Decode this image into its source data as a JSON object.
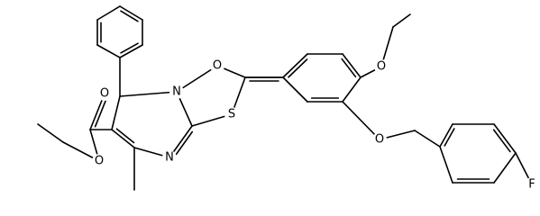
{
  "molecule": {
    "atom_labels": {
      "carbonyl_oxygen": "O",
      "ring_nitrogen": "N",
      "ring_sulfur": "S",
      "imine_nitrogen": "N",
      "ester_carbonyl_oxygen": "O",
      "ester_oxygen": "O",
      "ethoxy_oxygen": "O",
      "benzyloxy_oxygen": "O",
      "fluorine": "F"
    },
    "colors": {
      "bond": "#000000",
      "label": "#000000",
      "background": "#ffffff"
    }
  }
}
